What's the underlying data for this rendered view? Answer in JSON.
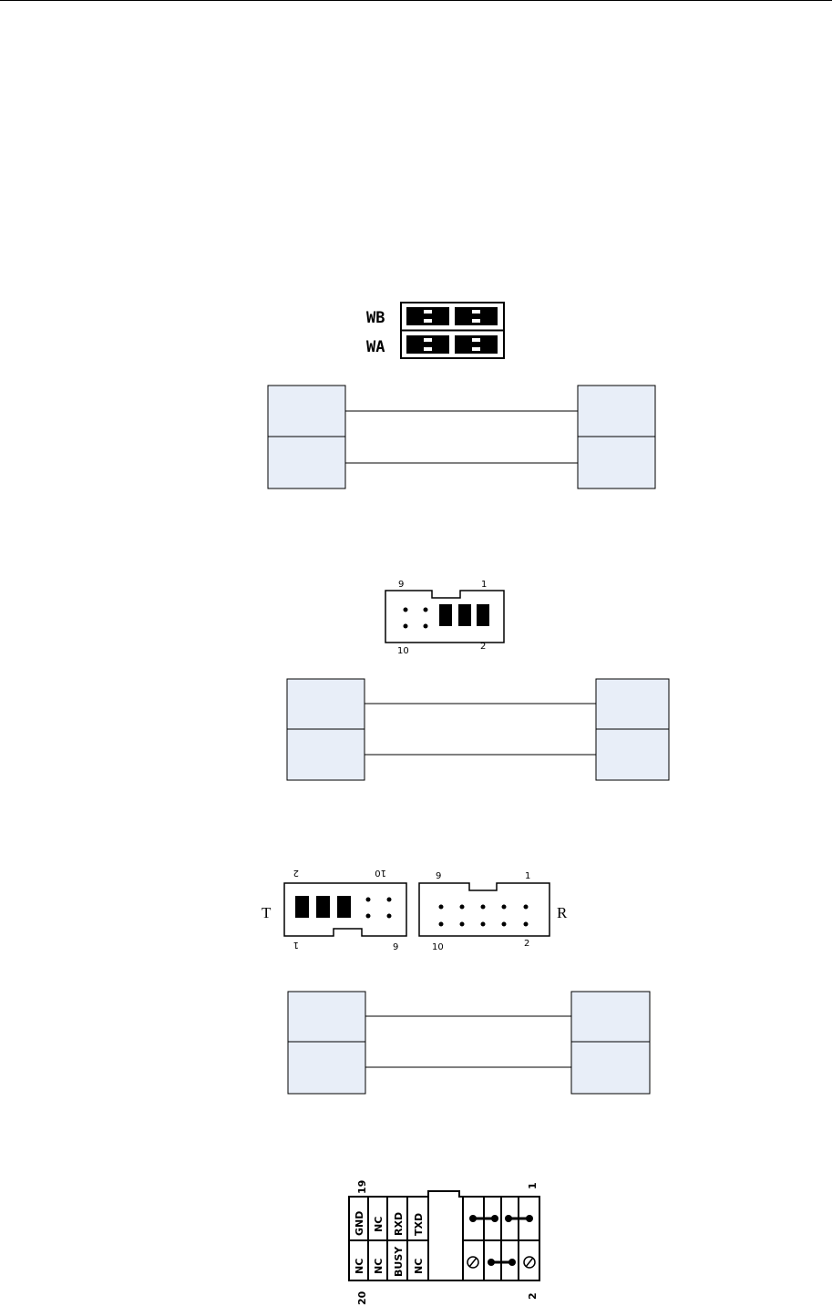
{
  "jumper_wb_wa": {
    "row_top_label": "WB",
    "row_bottom_label": "WA"
  },
  "header_10pin_a": {
    "pin_top_left": "9",
    "pin_top_right": "1",
    "pin_bottom_left": "10",
    "pin_bottom_right": "2"
  },
  "header_pair": {
    "left_side_label": "T",
    "right_side_label": "R",
    "left_pin_top_left": "2",
    "left_pin_top_right": "10",
    "left_pin_bottom_left": "1",
    "left_pin_bottom_right": "9",
    "right_pin_top_left": "9",
    "right_pin_top_right": "1",
    "right_pin_bottom_left": "10",
    "right_pin_bottom_right": "2"
  },
  "header_20pin": {
    "pin_top_left": "19",
    "pin_top_right": "1",
    "pin_bottom_left": "20",
    "pin_bottom_right": "2",
    "top_signals": [
      "GND",
      "NC",
      "RXD",
      "TXD"
    ],
    "bottom_signals": [
      "NC",
      "NC",
      "BUSY",
      "NC"
    ]
  }
}
